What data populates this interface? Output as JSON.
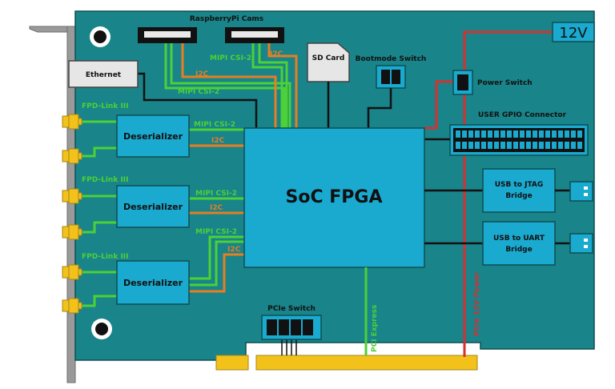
{
  "board": {
    "power_label": "12V",
    "cams_title": "RaspberryPi Cams",
    "ethernet": "Ethernet",
    "sd_card": "SD Card",
    "bootmode_switch": "Bootmode Switch",
    "power_switch": "Power Switch",
    "gpio_connector": "USER GPIO Connector",
    "soc": "SoC FPGA",
    "usb_jtag": [
      "USB to JTAG",
      "Bridge"
    ],
    "usb_uart": [
      "USB to UART",
      "Bridge"
    ],
    "pcie_switch": "PCIe Switch",
    "pci_express": "PCI Express",
    "pcie_power": "PCIe 12V Power",
    "deserializer": "Deserializer",
    "fpd_link": "FPD-Link III",
    "mipi": "MIPI CSI-2",
    "i2c": "I2C"
  },
  "colors": {
    "board": "#19848a",
    "block": "#1aa9cf",
    "mipi_green": "#4cd137",
    "i2c_orange": "#e67e22",
    "power_red": "#d63030",
    "gold": "#f2c21b",
    "bracket": "#9a9a9a"
  }
}
